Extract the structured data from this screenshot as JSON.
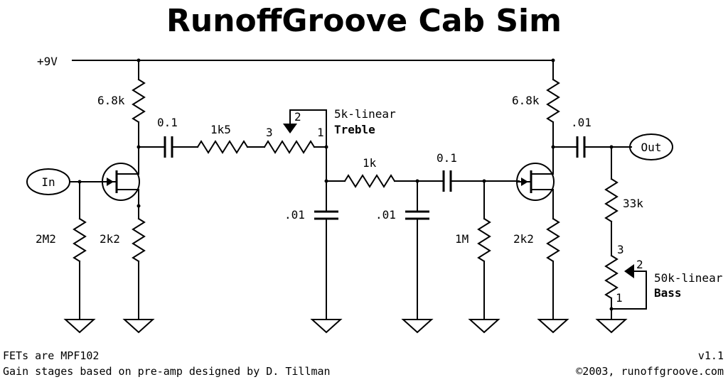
{
  "title": "RunoffGroove Cab Sim",
  "labels": {
    "supply": "+9V",
    "r_drain1": "6.8k",
    "c_01a": "0.1",
    "r_1k5": "1k5",
    "treble_pin3": "3",
    "treble_pin2": "2",
    "treble_pin1": "1",
    "treble_value": "5k-linear",
    "treble_name": "Treble",
    "input": "In",
    "r_gate1": "2M2",
    "r_source1": "2k2",
    "r_1k": "1k",
    "c_01_tone1": ".01",
    "c_01_tone2": ".01",
    "c_01b": "0.1",
    "r_gate2": "1M",
    "r_drain2": "6.8k",
    "r_source2": "2k2",
    "c_out": ".01",
    "output": "Out",
    "r_33k": "33k",
    "bass_pin3": "3",
    "bass_pin2": "2",
    "bass_pin1": "1",
    "bass_value": "50k-linear",
    "bass_name": "Bass"
  },
  "footer": {
    "fets": "FETs are MPF102",
    "credit": "Gain stages based on pre-amp designed by D. Tillman",
    "version": "v1.1",
    "copyright": "©2003, runoffgroove.com"
  }
}
